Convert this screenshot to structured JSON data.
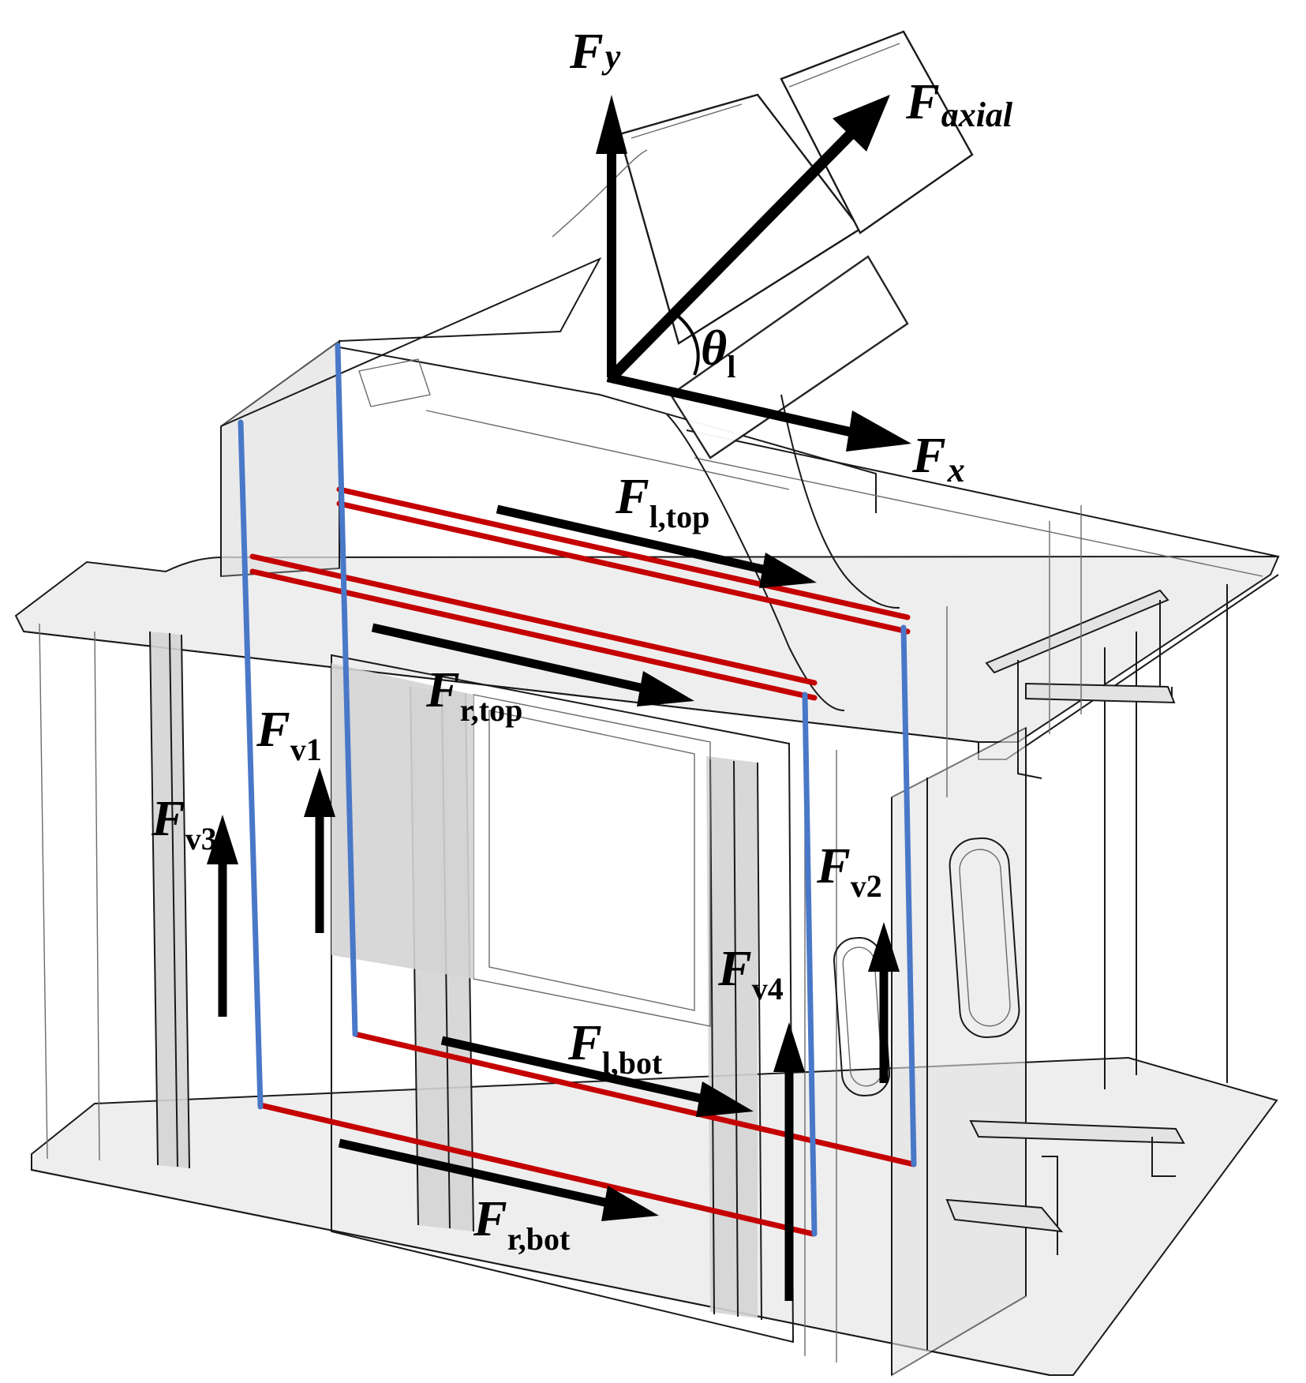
{
  "figure": {
    "axes": {
      "fy": {
        "main": "F",
        "sub": "y"
      },
      "fx": {
        "main": "F",
        "sub": "x"
      },
      "faxial": {
        "main": "F",
        "sub": "axial"
      },
      "theta": {
        "main": "θ",
        "sub": "l"
      }
    },
    "force_labels": [
      {
        "id": "f-l-top",
        "main": "F",
        "sub": "l,top"
      },
      {
        "id": "f-r-top",
        "main": "F",
        "sub": "r,top"
      },
      {
        "id": "f-l-bot",
        "main": "F",
        "sub": "l,bot"
      },
      {
        "id": "f-r-bot",
        "main": "F",
        "sub": "r,bot"
      },
      {
        "id": "f-v1",
        "main": "F",
        "sub": "v1"
      },
      {
        "id": "f-v2",
        "main": "F",
        "sub": "v2"
      },
      {
        "id": "f-v3",
        "main": "F",
        "sub": "v3"
      },
      {
        "id": "f-v4",
        "main": "F",
        "sub": "v4"
      }
    ],
    "colors": {
      "horizontal_members": "#c40000",
      "vertical_members": "#4a78c8",
      "arrows": "#000000",
      "structure_outline": "#1a1a1a",
      "structure_fill": "#eeeeee"
    }
  }
}
